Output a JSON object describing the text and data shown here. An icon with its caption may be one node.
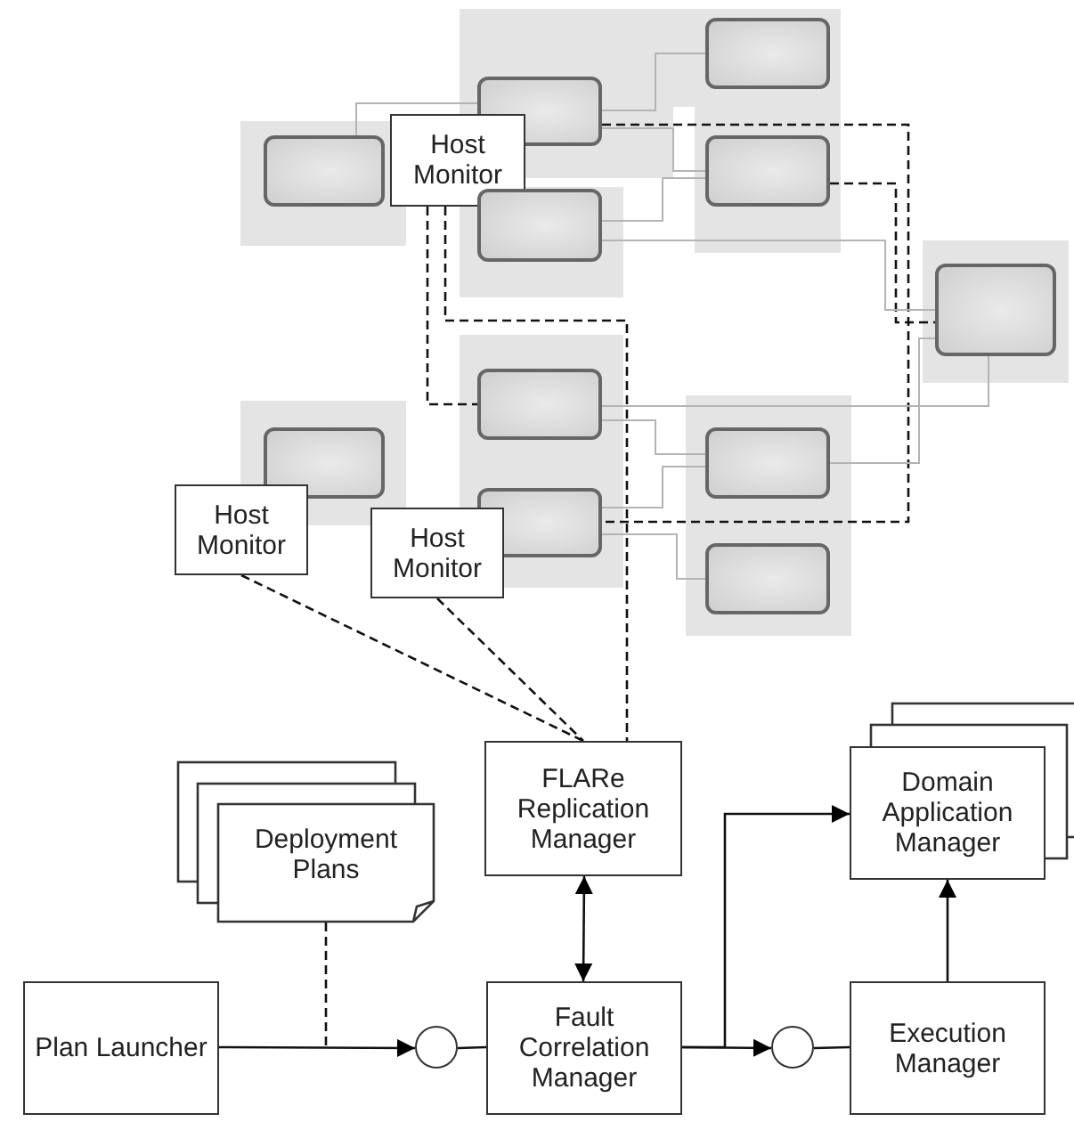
{
  "diagram": {
    "nodes": [
      {
        "text": [],
        "shape": "box"
      },
      {
        "text": [],
        "shape": "box"
      },
      {
        "text": [
          "Host Monitor"
        ]
      },
      {
        "text": [],
        "shape": "box"
      },
      {
        "text": [],
        "shape": "box"
      },
      {
        "text": [],
        "shape": "box"
      },
      {
        "text": [],
        "shape": "box"
      },
      {
        "text": [],
        "shape": "box"
      },
      {
        "text": [],
        "shape": "box"
      },
      {
        "text": [],
        "shape": "box"
      },
      {
        "text": [
          "Host Monitor"
        ]
      },
      {
        "text": [],
        "shape": "box"
      },
      {
        "text": [
          "Host Monitor"
        ]
      },
      {
        "text": [],
        "shape": "box"
      },
      {
        "text": [
          "FLARe Replication Manager"
        ]
      },
      {
        "text": [
          "Domain Application Manager"
        ]
      },
      {
        "text": [
          "Deployment Plans"
        ]
      },
      {
        "text": [
          "Plan Launcher"
        ]
      },
      {
        "text": [],
        "shape": "circle"
      },
      {
        "text": [
          "Fault Correlation Manager"
        ]
      },
      {
        "text": [],
        "shape": "circle"
      },
      {
        "text": [
          "Execution Manager"
        ]
      }
    ],
    "edges": [
      {
        "from": 17,
        "to": 18,
        "arrow": "to"
      },
      {
        "from": 16,
        "to": null,
        "arrow": "none",
        "style": "dashed"
      },
      {
        "from": 18,
        "to": 19,
        "arrow": "none"
      },
      {
        "from": 19,
        "to": 20,
        "arrow": "to"
      },
      {
        "from": 20,
        "to": 21,
        "arrow": "none"
      },
      {
        "from": 19,
        "to": 15,
        "arrow": "to"
      },
      {
        "from": 21,
        "to": 15,
        "arrow": "to"
      },
      {
        "from": 14,
        "to": 19,
        "arrow": "both"
      },
      {
        "from": 2,
        "to": 14,
        "arrow": "none",
        "style": "dashed"
      },
      {
        "from": 10,
        "to": 14,
        "arrow": "none",
        "style": "dashed"
      },
      {
        "from": 12,
        "to": 14,
        "arrow": "none",
        "style": "dashed"
      },
      {
        "from": 2,
        "to": 7,
        "arrow": "none",
        "style": "dashed"
      },
      {
        "from": 1,
        "to": 11,
        "arrow": "none",
        "style": "dashed"
      },
      {
        "from": 4,
        "to": 6,
        "arrow": "none",
        "style": "dashed"
      },
      {
        "from": 3,
        "to": 1,
        "arrow": "none",
        "color": "#b4b4b4"
      },
      {
        "from": 1,
        "to": 0,
        "arrow": "none",
        "color": "#b4b4b4"
      },
      {
        "from": 1,
        "to": 4,
        "arrow": "none",
        "color": "#b4b4b4"
      },
      {
        "from": 5,
        "to": 4,
        "arrow": "none",
        "color": "#b4b4b4"
      },
      {
        "from": 5,
        "to": 6,
        "arrow": "none",
        "color": "#b4b4b4"
      },
      {
        "from": 7,
        "to": 6,
        "arrow": "none",
        "color": "#b4b4b4"
      },
      {
        "from": 7,
        "to": 9,
        "arrow": "none",
        "color": "#b4b4b4"
      },
      {
        "from": 11,
        "to": 9,
        "arrow": "none",
        "color": "#b4b4b4"
      },
      {
        "from": 11,
        "to": 13,
        "arrow": "none",
        "color": "#b4b4b4"
      },
      {
        "from": 9,
        "to": 6,
        "arrow": "none",
        "color": "#b4b4b4"
      }
    ]
  }
}
